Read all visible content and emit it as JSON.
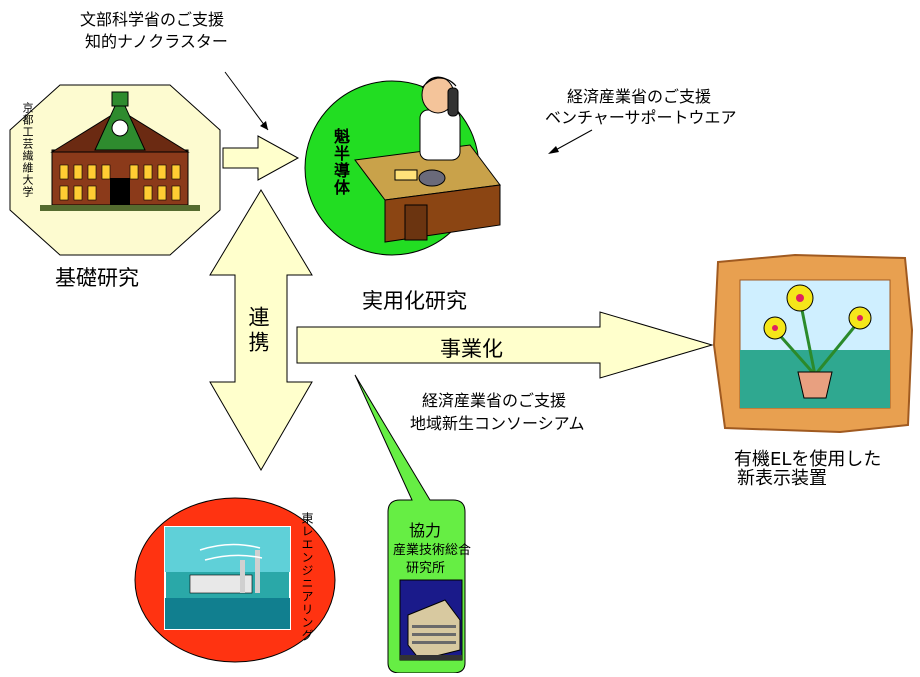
{
  "support_top": {
    "line1": "文部科学省のご支援",
    "line2": "知的ナノクラスター"
  },
  "support_right": {
    "line1": "経済産業省のご支援",
    "line2": "ベンチャーサポートウエア"
  },
  "support_bottom": {
    "line1": "経済産業省のご支援",
    "line2": "地域新生コンソーシアム"
  },
  "university": {
    "name": "京都工芸繊維大学",
    "caption": "基礎研究"
  },
  "company": {
    "name": "魁半導体",
    "caption": "実用化研究"
  },
  "partner": {
    "name": "東レエンジニアリング"
  },
  "collaboration": {
    "label": "連携"
  },
  "commercialization": {
    "label": "事業化"
  },
  "cooperation": {
    "title": "協力",
    "line1": "産業技術総合",
    "line2": "研究所"
  },
  "product": {
    "line1": "有機ELを使用した",
    "line2": "新表示装置"
  },
  "colors": {
    "arrow_fill": "#ffffcc",
    "green": "#22dd22",
    "red": "#ff3311",
    "octagon": "#fdfbd0",
    "callout": "#66ee44",
    "frame": "#e8a050"
  }
}
